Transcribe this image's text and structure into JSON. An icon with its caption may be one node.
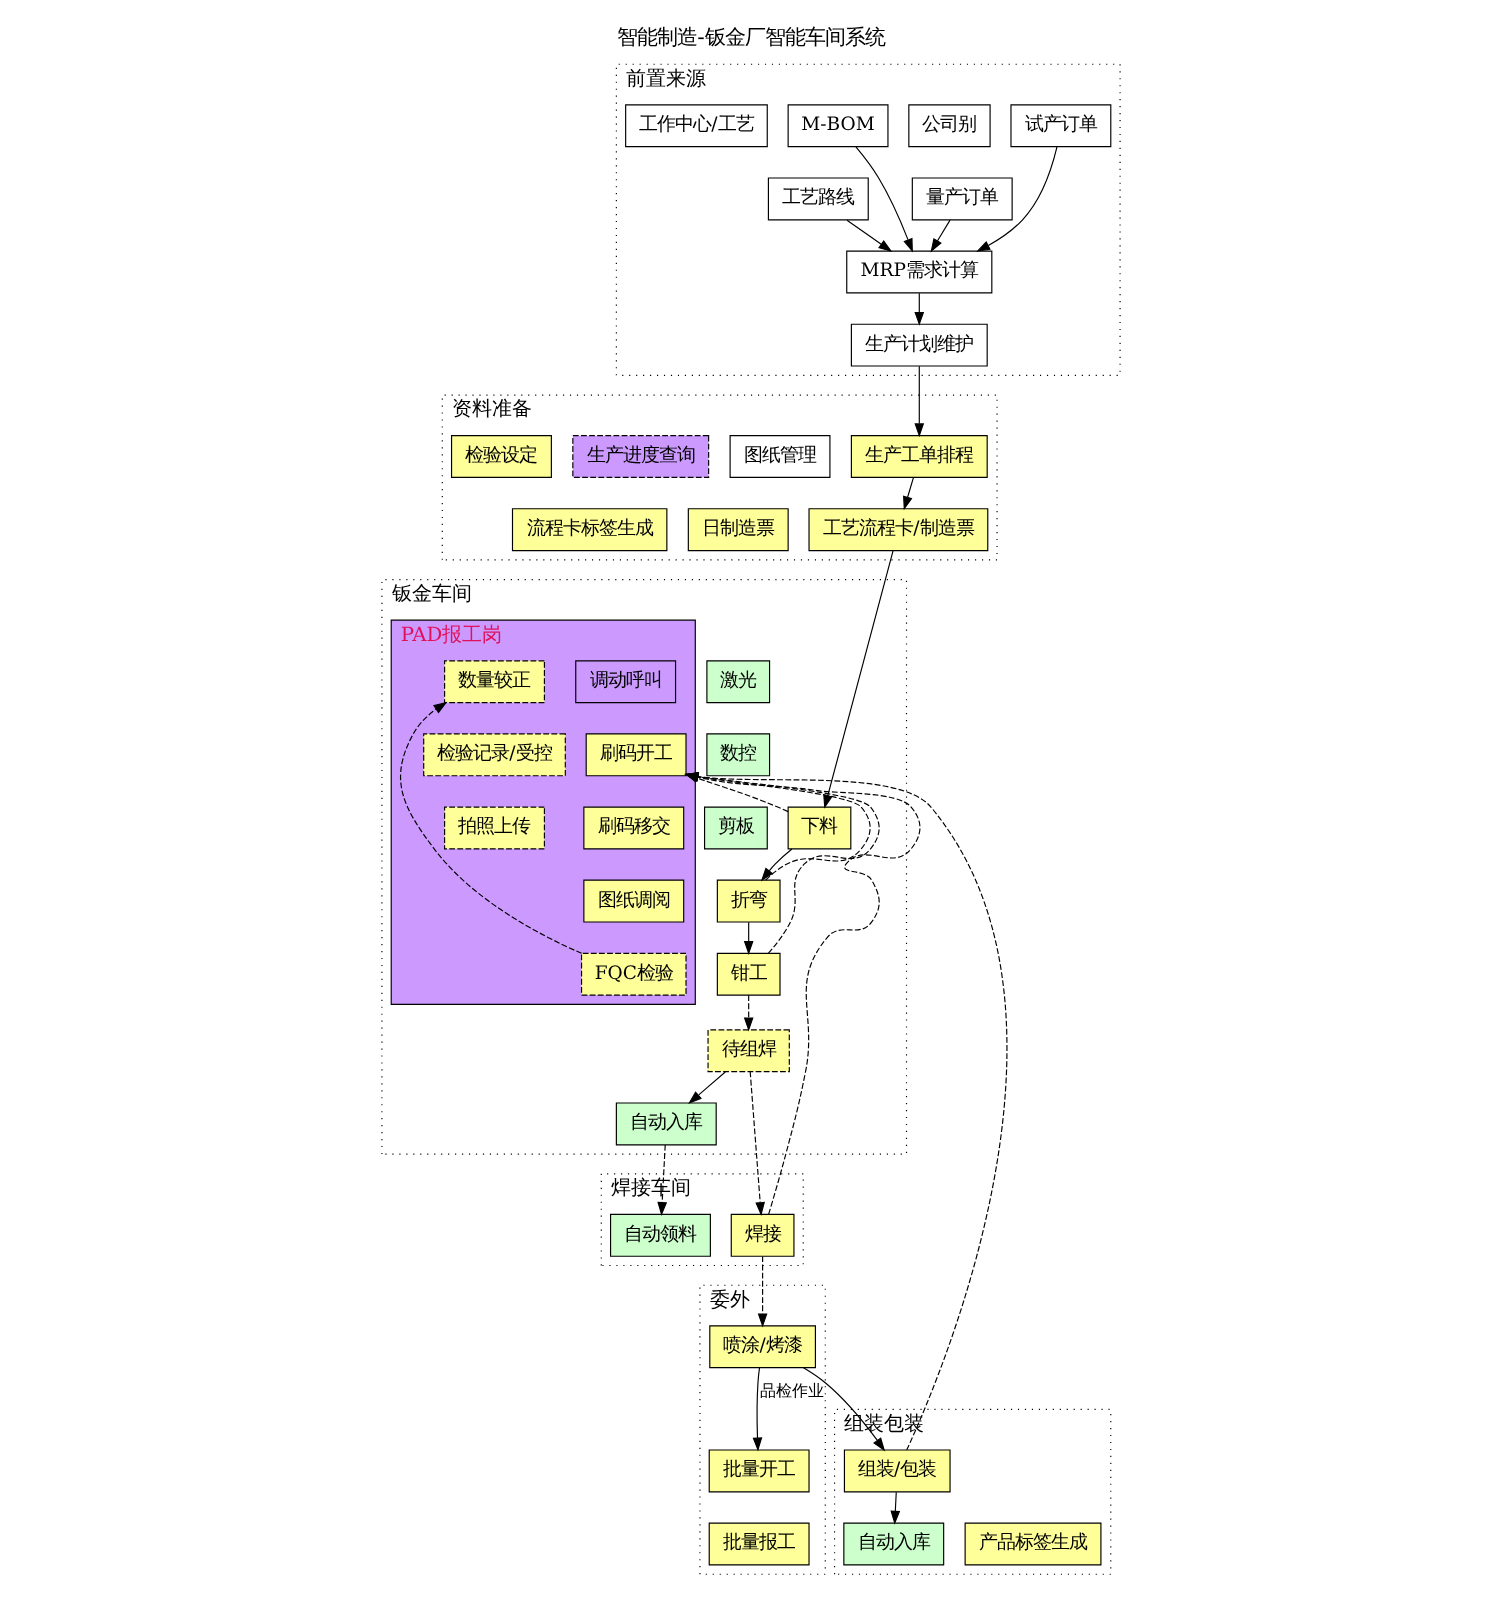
{
  "diagram": {
    "title": "智能制造-钣金厂智能车间系统",
    "nodes": [
      {
        "text": [
          "前置来源"
        ]
      },
      {
        "text": [
          "公司别"
        ],
        "in": 0
      },
      {
        "text": [
          "试产订单"
        ],
        "in": 0
      },
      {
        "text": [
          "量产订单"
        ],
        "in": 0
      },
      {
        "text": [
          "MRP需求计算"
        ],
        "in": 0
      },
      {
        "text": [
          "生产计划维护"
        ],
        "in": 0
      },
      {
        "text": [
          "M-BOM"
        ],
        "in": 0
      },
      {
        "text": [
          "工艺路线"
        ],
        "in": 0
      },
      {
        "text": [
          "工作中心/工艺"
        ],
        "in": 0
      },
      {
        "text": [
          "资料准备"
        ]
      },
      {
        "text": [
          "图纸管理"
        ],
        "in": 9
      },
      {
        "text": [
          "生产工单排程"
        ],
        "in": 9
      },
      {
        "text": [
          "检验设定"
        ],
        "in": 9
      },
      {
        "text": [
          "日制造票"
        ],
        "in": 9
      },
      {
        "text": [
          "工艺流程卡/制造票"
        ],
        "in": 9
      },
      {
        "text": [
          "流程卡标签生成"
        ],
        "in": 9
      },
      {
        "text": [
          "生产进度查询"
        ],
        "in": 9
      },
      {
        "text": [
          "钣金车间"
        ]
      },
      {
        "text": [
          "激光"
        ],
        "in": 17
      },
      {
        "text": [
          "数控"
        ],
        "in": 17
      },
      {
        "text": [
          "剪板"
        ],
        "in": 17
      },
      {
        "text": [
          "下料"
        ],
        "in": 17
      },
      {
        "text": [
          "折弯"
        ],
        "in": 17
      },
      {
        "text": [
          "钳工"
        ],
        "in": 17
      },
      {
        "text": [
          "待组焊"
        ],
        "in": 17
      },
      {
        "text": [
          "PAD报工岗"
        ],
        "in": 17
      },
      {
        "text": [
          "调动呼叫"
        ],
        "in": 25
      },
      {
        "text": [
          "刷码开工"
        ],
        "in": 25
      },
      {
        "text": [
          "刷码移交"
        ],
        "in": 25
      },
      {
        "text": [
          "图纸调阅"
        ],
        "in": 25
      },
      {
        "text": [
          "FQC检验"
        ],
        "in": 25
      },
      {
        "text": [
          "数量较正"
        ],
        "in": 25
      },
      {
        "text": [
          "检验记录/受控"
        ],
        "in": 25
      },
      {
        "text": [
          "拍照上传"
        ],
        "in": 25
      },
      {
        "text": [
          "自动入库"
        ],
        "in": 17
      },
      {
        "text": [
          "焊接车间"
        ]
      },
      {
        "text": [
          "焊接"
        ],
        "in": 35
      },
      {
        "text": [
          "自动领料"
        ],
        "in": 35
      },
      {
        "text": [
          "委外"
        ]
      },
      {
        "text": [
          "喷涂/烤漆"
        ],
        "in": 38
      },
      {
        "text": [
          "批量开工"
        ],
        "in": 38
      },
      {
        "text": [
          "批量报工"
        ],
        "in": 38
      },
      {
        "text": [
          "组装包装"
        ]
      },
      {
        "text": [
          "组装/包装"
        ],
        "in": 42
      },
      {
        "text": [
          "产品标签生成"
        ],
        "in": 42
      },
      {
        "text": [
          "自动入库"
        ],
        "in": 42
      }
    ],
    "edges": [
      {
        "from": 2,
        "to": 4,
        "arrow": "to"
      },
      {
        "from": 3,
        "to": 4,
        "arrow": "to"
      },
      {
        "from": 6,
        "to": 4,
        "arrow": "to"
      },
      {
        "from": 7,
        "to": 4,
        "arrow": "to"
      },
      {
        "from": 4,
        "to": 5,
        "arrow": "to"
      },
      {
        "from": 5,
        "to": 11,
        "arrow": "to"
      },
      {
        "from": 11,
        "to": 14,
        "arrow": "to"
      },
      {
        "from": 14,
        "to": 21,
        "arrow": "to"
      },
      {
        "from": 21,
        "to": 22,
        "arrow": "to"
      },
      {
        "from": 22,
        "to": 23,
        "arrow": "to"
      },
      {
        "from": 23,
        "to": 24,
        "arrow": "to",
        "style": "dashed"
      },
      {
        "from": 24,
        "to": 36,
        "arrow": "to",
        "style": "dashed"
      },
      {
        "from": 36,
        "to": 39,
        "arrow": "to",
        "style": "dashed"
      },
      {
        "from": 39,
        "to": 43,
        "arrow": "to"
      },
      {
        "from": 24,
        "to": 34,
        "arrow": "to"
      },
      {
        "from": 34,
        "to": 37,
        "arrow": "to",
        "style": "dashed"
      },
      {
        "from": 21,
        "to": 27,
        "arrow": "to",
        "style": "dashed"
      },
      {
        "from": 22,
        "to": 27,
        "arrow": "to",
        "style": "dashed"
      },
      {
        "from": 23,
        "to": 27,
        "arrow": "to",
        "style": "dashed"
      },
      {
        "from": 36,
        "to": 27,
        "arrow": "to",
        "style": "dashed"
      },
      {
        "from": 43,
        "to": 27,
        "arrow": "to",
        "style": "dashed"
      },
      {
        "from": 30,
        "to": 31,
        "arrow": "to",
        "style": "dashed"
      },
      {
        "from": 39,
        "to": 40,
        "arrow": "to",
        "label": "品检作业"
      },
      {
        "from": 43,
        "to": 45,
        "arrow": "to"
      }
    ]
  }
}
